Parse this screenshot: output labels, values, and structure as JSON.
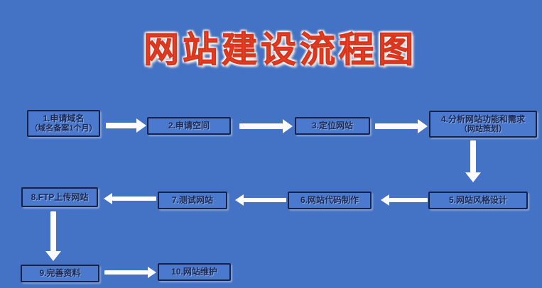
{
  "title": {
    "text": "网站建设流程图"
  },
  "colors": {
    "background": "#4472c4",
    "box_fill": "#4a79ce",
    "box_border": "#16224a",
    "box_text": "#1b2a55",
    "arrow": "#fdfdfd",
    "title_red": "#e8432b",
    "title_glow": "#ffffff"
  },
  "flow": {
    "boxes": [
      {
        "id": "1",
        "lines": [
          "1.申请域名",
          "（域名备案1个月）"
        ]
      },
      {
        "id": "2",
        "lines": [
          "2.申请空间"
        ]
      },
      {
        "id": "3",
        "lines": [
          "3.定位网站"
        ]
      },
      {
        "id": "4",
        "lines": [
          "4.分析网站功能和需求",
          "（网站策划）"
        ]
      },
      {
        "id": "5",
        "lines": [
          "5.网站风格设计"
        ]
      },
      {
        "id": "6",
        "lines": [
          "6.网站代码制作"
        ]
      },
      {
        "id": "7",
        "lines": [
          "7.测试网站"
        ]
      },
      {
        "id": "8",
        "lines": [
          "8.FTP上传网站"
        ]
      },
      {
        "id": "9",
        "lines": [
          "9.完善资料"
        ]
      },
      {
        "id": "10",
        "lines": [
          "10.网站维护"
        ]
      }
    ],
    "connections": [
      {
        "from": "1",
        "to": "2",
        "direction": "right"
      },
      {
        "from": "2",
        "to": "3",
        "direction": "right"
      },
      {
        "from": "3",
        "to": "4",
        "direction": "right"
      },
      {
        "from": "4",
        "to": "5",
        "direction": "down"
      },
      {
        "from": "5",
        "to": "6",
        "direction": "left"
      },
      {
        "from": "6",
        "to": "7",
        "direction": "left"
      },
      {
        "from": "7",
        "to": "8",
        "direction": "left"
      },
      {
        "from": "8",
        "to": "9",
        "direction": "down"
      },
      {
        "from": "9",
        "to": "10",
        "direction": "right"
      }
    ]
  }
}
